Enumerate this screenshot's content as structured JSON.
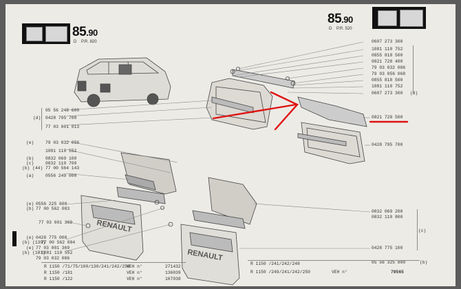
{
  "header": {
    "left": {
      "number": "85",
      "decimal": ".90",
      "suffix_left": "D",
      "suffix_right": "P.R. 820"
    },
    "right": {
      "number": "85",
      "decimal": ".90",
      "suffix_left": "D",
      "suffix_right": "P.R. 520"
    }
  },
  "right_refs": [
    "0607 273 300",
    "1081 110 752",
    "0855 818 500",
    "0821 728 400",
    "79 03 032 086",
    "79 03 056 068",
    "0855 818 500",
    "1081 110 752",
    "0607 273 300",
    "0821 728 500",
    "0428 795 700",
    "0832 069 200",
    "0832 110 800",
    "0428 775 100",
    "05 56 325 800"
  ],
  "right_markers": {
    "d": "(d)",
    "c": "(c)",
    "b": "(b)"
  },
  "left_refs": {
    "d_group": [
      "05 56 248 600",
      "0428 795 700",
      "77 03 001 013"
    ],
    "d_marker": "(d)",
    "e_group": [
      "79 03 032 056",
      "1081 110 552",
      "0832 069 100",
      "0832 110 700",
      "77 00 564 143"
    ],
    "e_prefix": [
      "(e)",
      "(b)",
      "(c)",
      "(b) (44)"
    ],
    "mid": [
      "0556 249 000",
      "0556 225 600",
      "77 00 562 083",
      "77 03 001 369",
      "0428 775 000",
      "77 00 562 084",
      "77 03 001 369",
      "1081 110 552",
      "79 03 032 086"
    ],
    "mid_prefix": [
      "(a)",
      "(e)",
      "(b)",
      "(e)",
      "(b) (139)",
      "(e)",
      "(b) (181)"
    ]
  },
  "footer_left": [
    {
      "model": "R 1150 /71/75/100/130/241/242/250",
      "ven": "VEH n°",
      "num": "271432"
    },
    {
      "model": "R 1150 /181",
      "ven": "VEH n°",
      "num": "136039"
    },
    {
      "model": "R 1150 /122",
      "ven": "VEH n°",
      "num": "167038"
    }
  ],
  "footer_right": [
    {
      "model": "R 1150 /241/242/248",
      "ven": "",
      "num": ""
    },
    {
      "model": "R 1150 /249/241/242/250",
      "ven": "VEH n°",
      "num": "79565"
    }
  ],
  "flaps": [
    "RENAULT",
    "RENAULT"
  ],
  "annotation": {
    "color": "#e01212",
    "highlighted_ref": "0821 728 500"
  }
}
